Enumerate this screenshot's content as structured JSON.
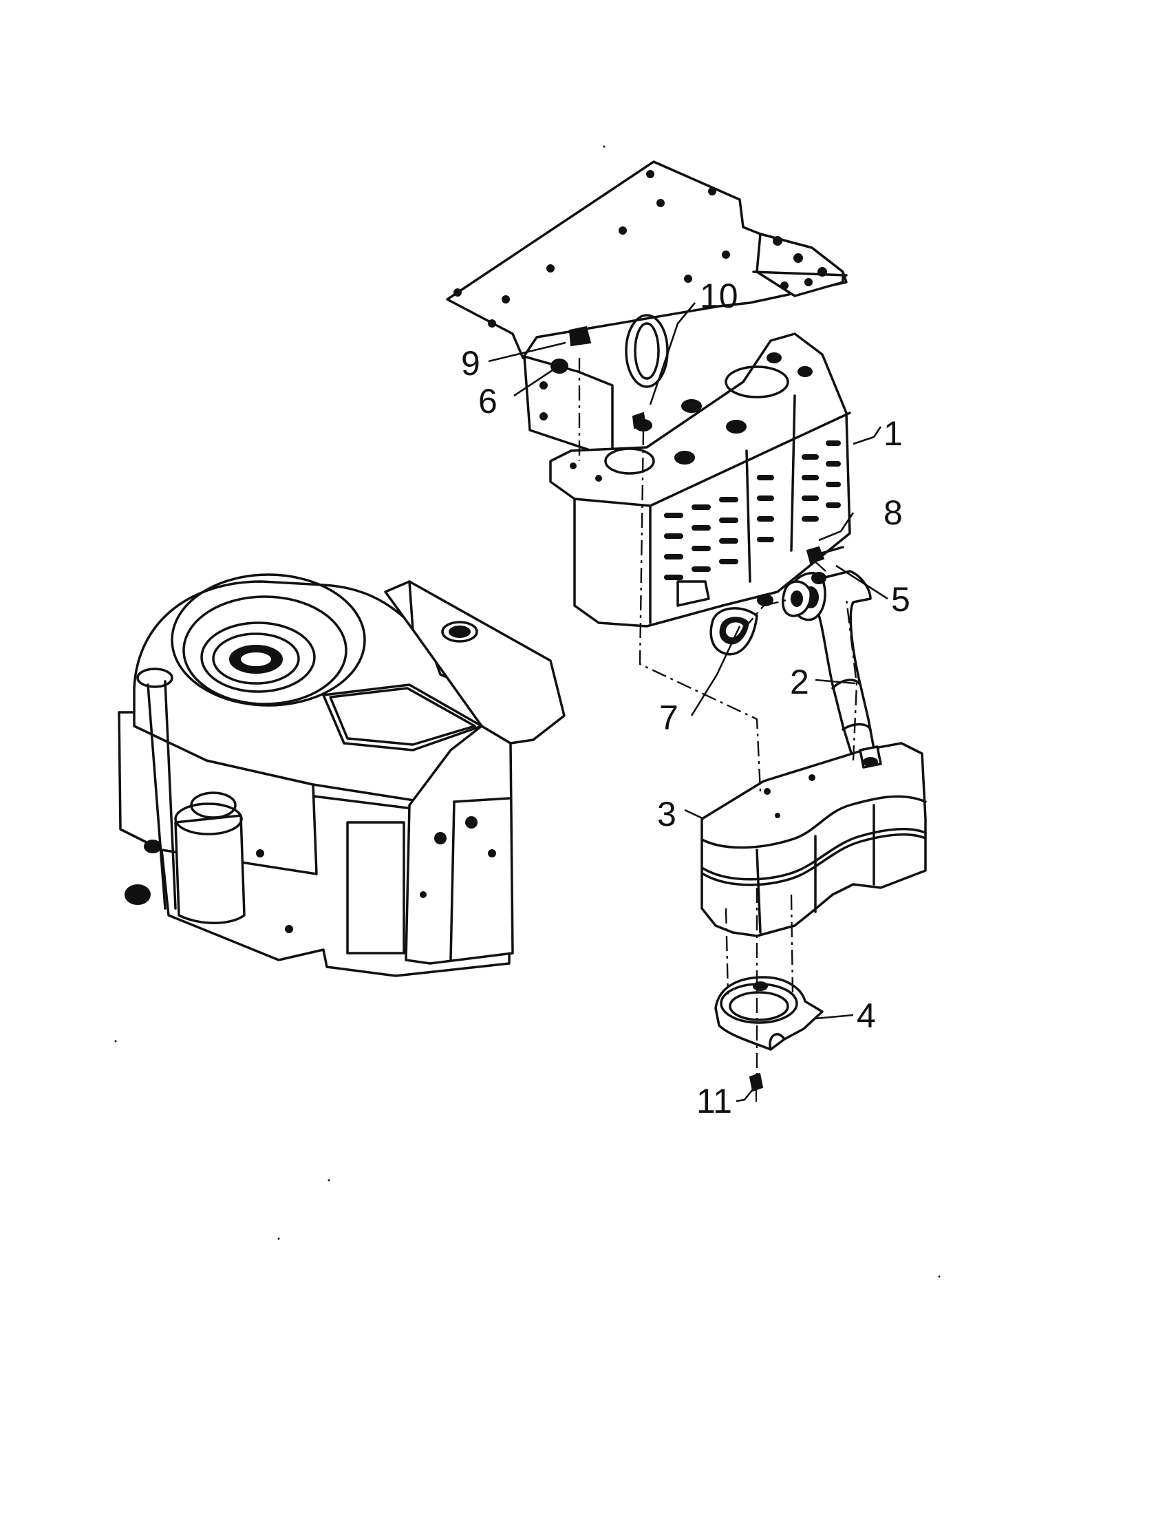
{
  "callouts": [
    {
      "id": "1",
      "label": "1"
    },
    {
      "id": "2",
      "label": "2"
    },
    {
      "id": "3",
      "label": "3"
    },
    {
      "id": "4",
      "label": "4"
    },
    {
      "id": "5",
      "label": "5"
    },
    {
      "id": "6",
      "label": "6"
    },
    {
      "id": "7",
      "label": "7"
    },
    {
      "id": "8",
      "label": "8"
    },
    {
      "id": "9",
      "label": "9"
    },
    {
      "id": "10",
      "label": "10"
    },
    {
      "id": "11",
      "label": "11"
    }
  ],
  "colors": {
    "ink": "#111111",
    "paper": "#ffffff"
  }
}
